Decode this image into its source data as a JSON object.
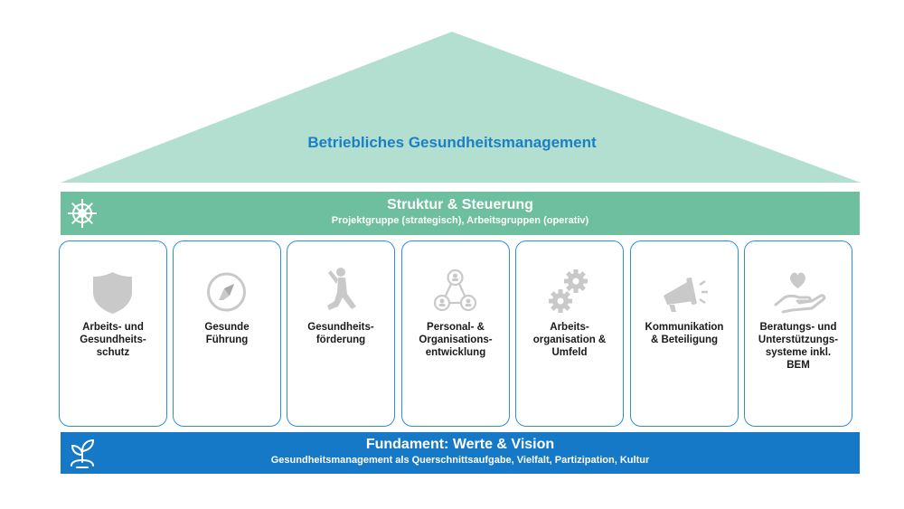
{
  "roof": {
    "title": "Betriebliches Gesundheitsmanagement",
    "color": "#b3dfd0"
  },
  "structure": {
    "title": "Struktur & Steuerung",
    "subtitle": "Projektgruppe (strategisch), Arbeitsgruppen (operativ)",
    "icon": "ship-wheel-icon"
  },
  "pillars": [
    {
      "label": "Arbeits- und\nGesundheits-\nschutz",
      "icon": "shield-icon"
    },
    {
      "label": "Gesunde\nFührung",
      "icon": "compass-icon"
    },
    {
      "label": "Gesundheits-\nförderung",
      "icon": "yoga-pose-icon"
    },
    {
      "label": "Personal- &\nOrganisations-\nentwicklung",
      "icon": "people-network-icon"
    },
    {
      "label": "Arbeits-\norganisation &\nUmfeld",
      "icon": "gears-icon"
    },
    {
      "label": "Kommunikation\n& Beteiligung",
      "icon": "megaphone-icon"
    },
    {
      "label": "Beratungs- und\nUnterstützungs-\nsysteme inkl.\nBEM",
      "icon": "heart-hand-icon"
    }
  ],
  "foundation": {
    "title": "Fundament: Werte & Vision",
    "subtitle": "Gesundheitsmanagement als Querschnittsaufgabe, Vielfalt, Partizipation, Kultur",
    "icon": "sprout-icon"
  }
}
